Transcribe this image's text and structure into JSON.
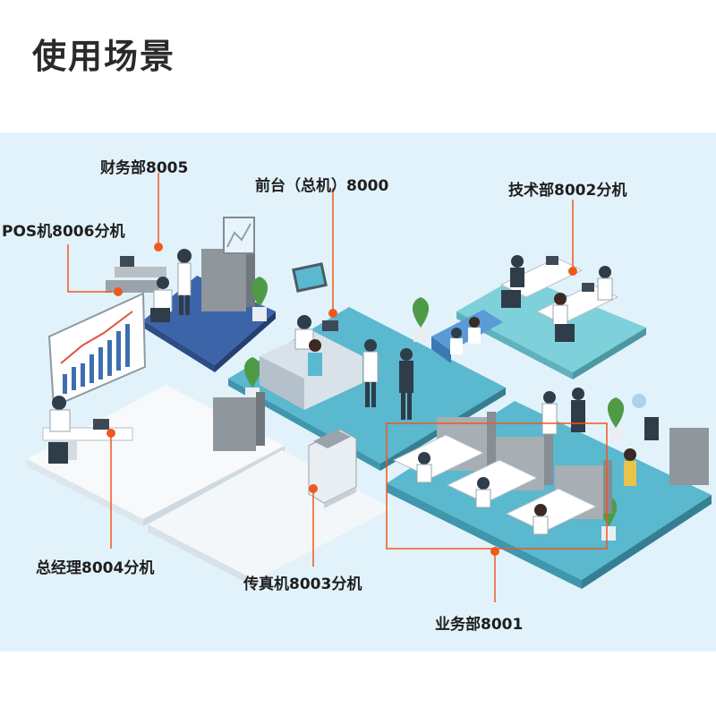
{
  "page": {
    "title": "使用场景"
  },
  "colors": {
    "accent": "#f0591e",
    "floor_teal": "#5ab8cf",
    "floor_blue": "#3c64a8",
    "floor_white": "#f7f9fb",
    "background": "#e2f2fa"
  },
  "departments": [
    {
      "id": "finance",
      "label": "财务部8005"
    },
    {
      "id": "pos",
      "label": "POS机8006分机"
    },
    {
      "id": "reception",
      "label": "前台（总机）8000"
    },
    {
      "id": "tech",
      "label": "技术部8002分机"
    },
    {
      "id": "gm",
      "label": "总经理8004分机"
    },
    {
      "id": "fax",
      "label": "传真机8003分机"
    },
    {
      "id": "sales",
      "label": "业务部8001"
    }
  ]
}
